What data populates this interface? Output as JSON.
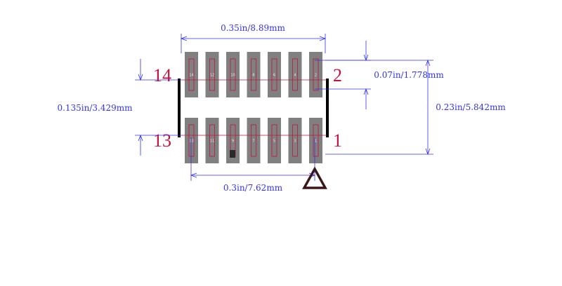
{
  "dimensions": {
    "width_top": "0.35in/8.89mm",
    "pitch": "0.07in/1.778mm",
    "row_span": "0.23in/5.842mm",
    "pad_length": "0.135in/3.429mm",
    "row_center": "0.3in/7.62mm"
  },
  "pin_labels": {
    "pin14": "14",
    "pin13": "13",
    "pin2": "2",
    "pin1": "1"
  },
  "top_pads": [
    "14",
    "12",
    "10",
    "8",
    "6",
    "4",
    "2"
  ],
  "bottom_pads": [
    "13",
    "11",
    "9",
    "7",
    "5",
    "3",
    "1"
  ],
  "colors": {
    "pad": "#808080",
    "pad_outline": "#c0143c",
    "dimension": "#3333ee",
    "pin_label": "#c0143c",
    "silkscreen": "#000000"
  }
}
